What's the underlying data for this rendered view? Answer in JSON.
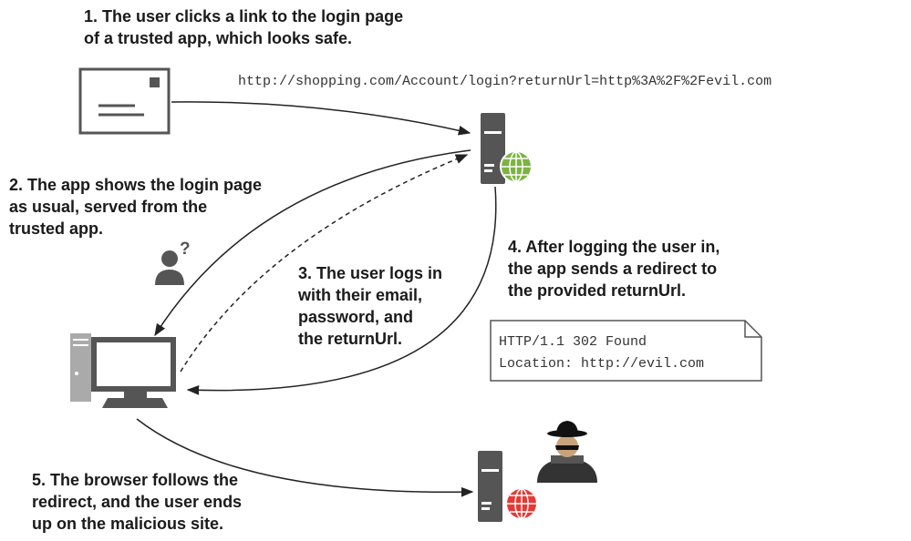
{
  "steps": [
    {
      "lines": [
        "1. The user clicks a link to the login page",
        "of a trusted app, which looks safe."
      ]
    },
    {
      "lines": [
        "2. The app shows the login page",
        "as usual, served from the",
        "trusted app."
      ]
    },
    {
      "lines": [
        "3. The user logs in",
        "with their email,",
        "password, and",
        "the returnUrl."
      ]
    },
    {
      "lines": [
        "4. After logging the user in,",
        "the app sends a redirect to",
        "the provided returnUrl."
      ]
    },
    {
      "lines": [
        "5. The browser follows the",
        "redirect, and the user ends",
        "up on the malicious site."
      ]
    }
  ],
  "url": "http://shopping.com/Account/login?returnUrl=http%3A%2F%2Fevil.com",
  "response": {
    "lines": [
      "HTTP/1.1 302 Found",
      "Location: http://evil.com"
    ]
  },
  "user_icon_mark": "?",
  "icons": {
    "email": "envelope-icon",
    "trusted_server": "server-globe-icon",
    "malicious_server": "server-globe-icon",
    "user": "user-question-icon",
    "browser": "desktop-computer-icon",
    "attacker": "hacker-icon"
  },
  "colors": {
    "trusted_globe": "#7cb342",
    "malicious_globe": "#e53935",
    "icon_gray": "#555555",
    "arrow": "#222222"
  }
}
